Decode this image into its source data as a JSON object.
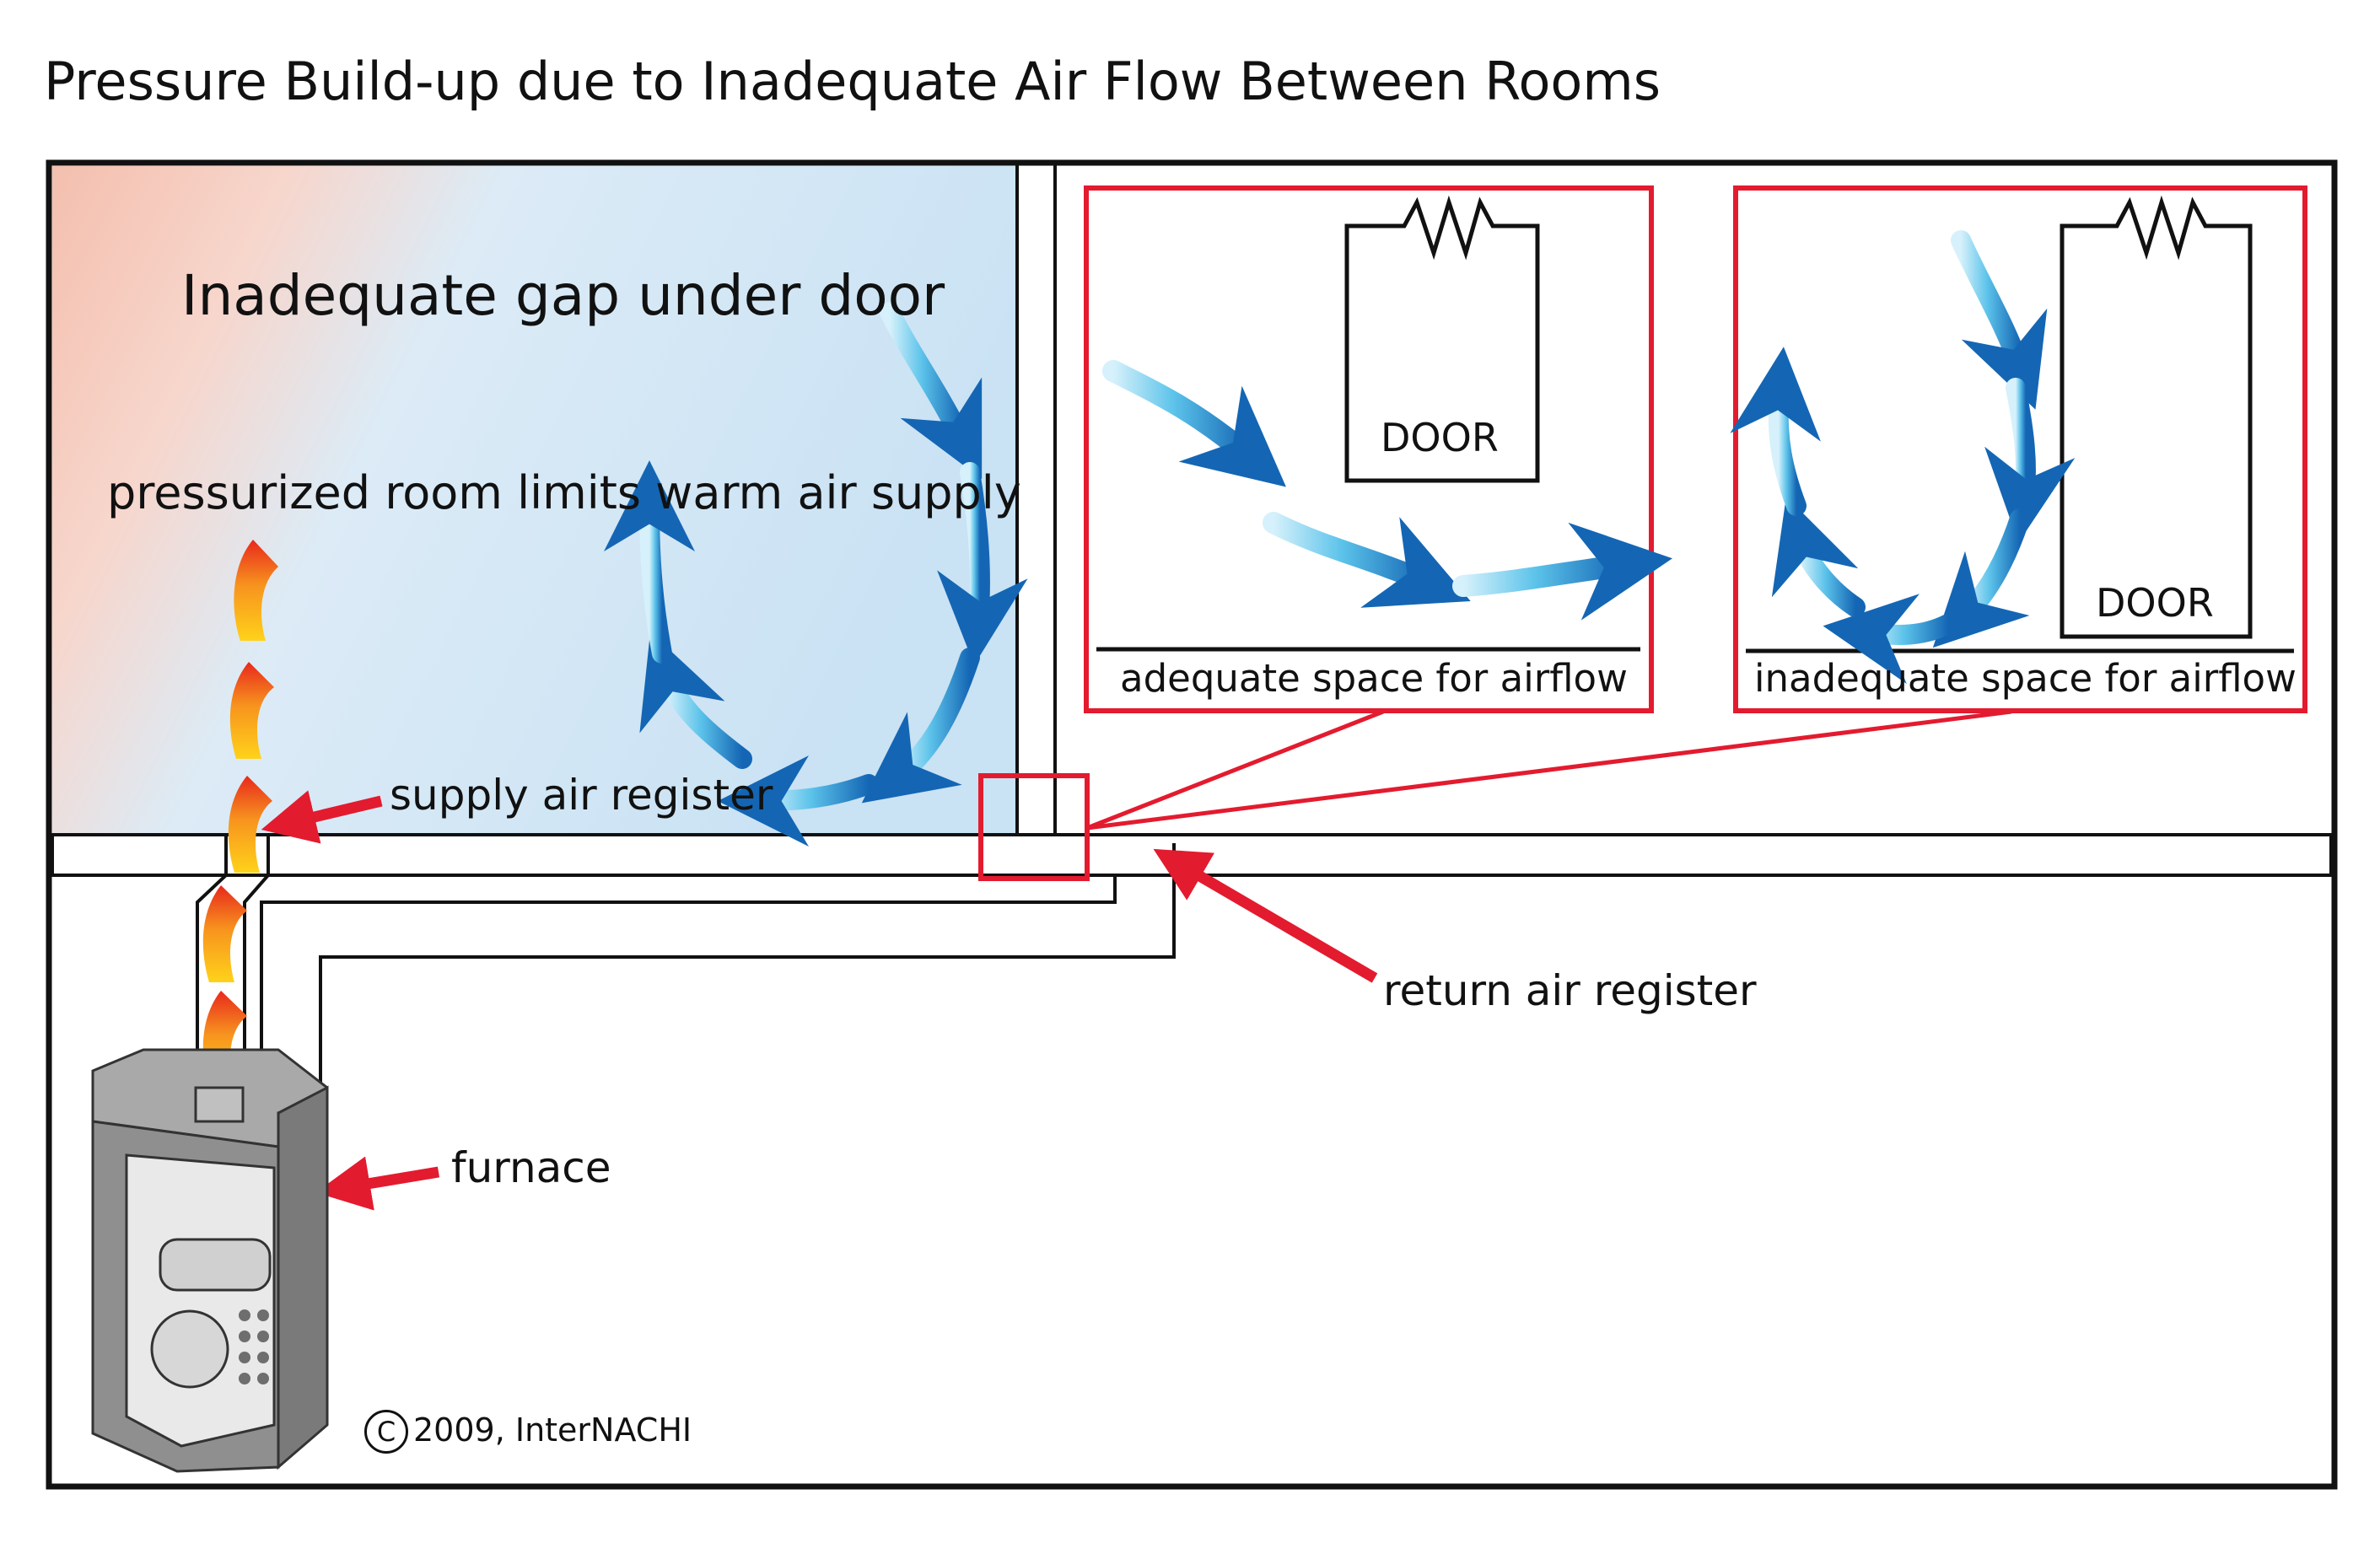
{
  "title": "Pressure Build-up due to Inadequate Air Flow Between Rooms",
  "labels": {
    "gap_title": "Inadequate gap under door",
    "pressurized": "pressurized room limits warm air supply",
    "supply_register": "supply air register",
    "return_register": "return air register",
    "furnace": "furnace",
    "copyright": "2009, InterNACHI",
    "copyright_symbol": "C"
  },
  "insets": {
    "adequate": {
      "caption": "adequate space for airflow",
      "door": "DOOR"
    },
    "inadequate": {
      "caption": "inadequate space for airflow",
      "door": "DOOR"
    }
  },
  "colors": {
    "callout_red": "#e31b2f",
    "warm_room": "#f4c3b3",
    "cool_room": "#cfe6f5",
    "airflow_blue": "#1a7fc4",
    "flame_orange": "#f25a1c",
    "outline": "#111111",
    "furnace_gray": "#9a9a9a"
  }
}
